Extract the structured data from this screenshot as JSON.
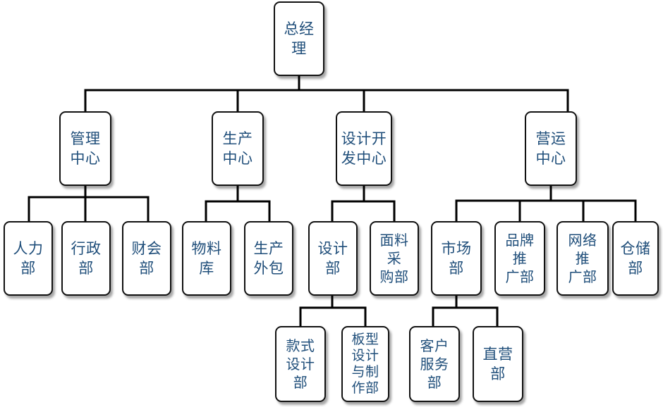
{
  "org_chart": {
    "root": {
      "id": "ceo",
      "label": "总经\n理"
    },
    "centers": [
      {
        "id": "management",
        "label": "管理\n中心"
      },
      {
        "id": "production",
        "label": "生产\n中心"
      },
      {
        "id": "design_dev",
        "label": "设计开\n发中心"
      },
      {
        "id": "operations",
        "label": "营运\n中心"
      }
    ],
    "departments": [
      {
        "id": "hr",
        "label": "人力\n部",
        "parent": "management"
      },
      {
        "id": "admin",
        "label": "行政\n部",
        "parent": "management"
      },
      {
        "id": "finance",
        "label": "财会\n部",
        "parent": "management"
      },
      {
        "id": "materials",
        "label": "物料\n库",
        "parent": "production"
      },
      {
        "id": "outsourcing",
        "label": "生产\n外包",
        "parent": "production"
      },
      {
        "id": "design",
        "label": "设计\n部",
        "parent": "design_dev"
      },
      {
        "id": "fabric_purchase",
        "label": "面料\n采\n购部",
        "parent": "design_dev"
      },
      {
        "id": "market",
        "label": "市场\n部",
        "parent": "operations"
      },
      {
        "id": "brand",
        "label": "品牌\n推\n广部",
        "parent": "operations"
      },
      {
        "id": "online",
        "label": "网络\n推\n广部",
        "parent": "operations"
      },
      {
        "id": "warehouse",
        "label": "仓储\n部",
        "parent": "operations"
      }
    ],
    "sub_departments": [
      {
        "id": "style_design",
        "label": "款式\n设计\n部",
        "parent": "design"
      },
      {
        "id": "pattern",
        "label": "板型\n设计\n与制\n作部",
        "parent": "design"
      },
      {
        "id": "customer_service",
        "label": "客户\n服务\n部",
        "parent": "market"
      },
      {
        "id": "direct_sales",
        "label": "直营\n部",
        "parent": "market"
      }
    ]
  }
}
